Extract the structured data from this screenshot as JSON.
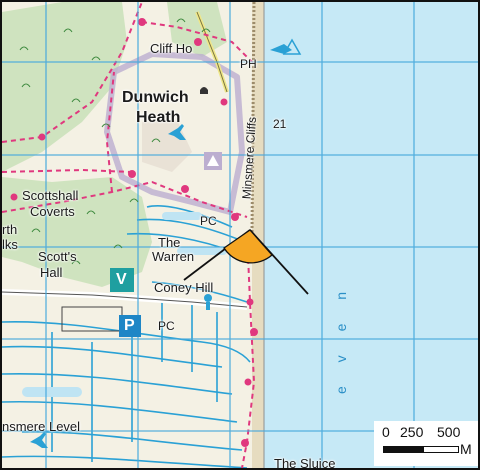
{
  "map": {
    "labels": {
      "cliff_house": "Cliff Ho",
      "ph": "PH",
      "dunwich": "Dunwich",
      "heath": "Heath",
      "minsmere_cliffs": "Minsmere Cliffs",
      "number_21": "21",
      "scottshall": "Scottshall",
      "coverts": "Coverts",
      "rth": "rth",
      "lks": "lks",
      "scotts": "Scott's",
      "hall": "Hall",
      "the": "The",
      "warren": "Warren",
      "pc_north": "PC",
      "coney_hill": "Coney Hill",
      "pc_south": "PC",
      "minsmere_level": "nsmere Level",
      "the_sluice": "The Sluice",
      "sea_letters": "e v e n"
    },
    "symbols": {
      "visitor_centre": "V",
      "parking": "P",
      "nature_reserve_icon": "bird-icon",
      "viewpoint_icon": "viewpoint-wedge-icon"
    },
    "colors": {
      "sea": "#c6e9f6",
      "grid": "#47a9dc",
      "woodland": "#cfe3bf",
      "water": "#2aa1d5",
      "paths": "#e0387e",
      "viewpoint": "#f5a623",
      "visitor_symbol": "#1f9fa0",
      "parking_symbol": "#1e86c6"
    }
  },
  "scale": {
    "ticks": [
      "0",
      "250",
      "500"
    ],
    "unit": "M"
  }
}
